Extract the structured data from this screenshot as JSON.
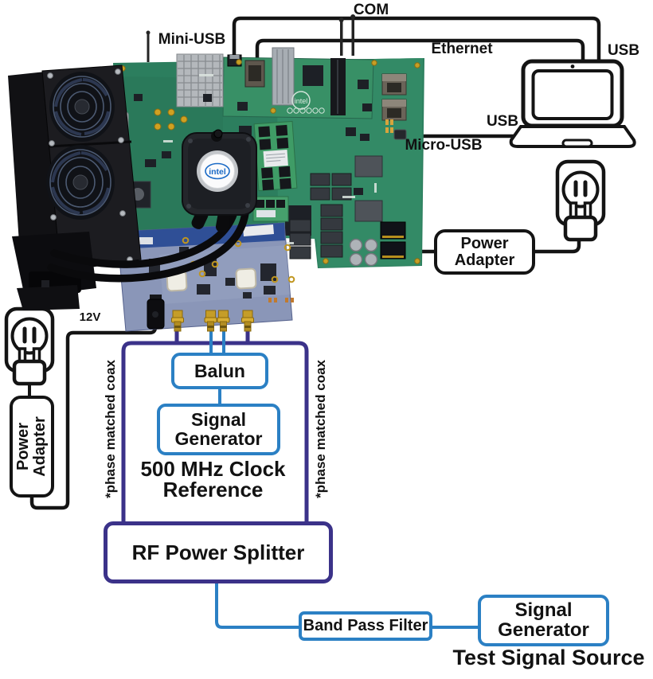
{
  "colors": {
    "box_blue": "#2b80c4",
    "box_purple": "#3b3289",
    "cable_black": "#141414"
  },
  "cable_labels": {
    "com": "COM",
    "mini_usb": "Mini-USB",
    "ethernet": "Ethernet",
    "usb_top_right": "USB",
    "usb_laptop": "USB",
    "micro_usb": "Micro-USB",
    "power_12v": "12V",
    "phase_matched_coax_left": "*phase matched coax",
    "phase_matched_coax_right": "*phase matched coax"
  },
  "blocks": {
    "power_adapter_wall": {
      "line1": "Power",
      "line2": "Adapter"
    },
    "power_adapter_12v": {
      "line1": "Power",
      "line2": "Adapter"
    },
    "balun": {
      "label": "Balun"
    },
    "clock_signal_generator": {
      "line1": "Signal",
      "line2": "Generator"
    },
    "clock_reference_caption": {
      "line1": "500 MHz Clock",
      "line2": "Reference"
    },
    "rf_power_splitter": {
      "label": "RF Power Splitter"
    },
    "band_pass_filter": {
      "label": "Band Pass Filter"
    },
    "test_signal_generator": {
      "line1": "Signal",
      "line2": "Generator"
    },
    "test_signal_source_caption": {
      "label": "Test Signal Source"
    }
  },
  "board": {
    "cooler_logo": "intel",
    "pcb_print_logo": "intel"
  }
}
